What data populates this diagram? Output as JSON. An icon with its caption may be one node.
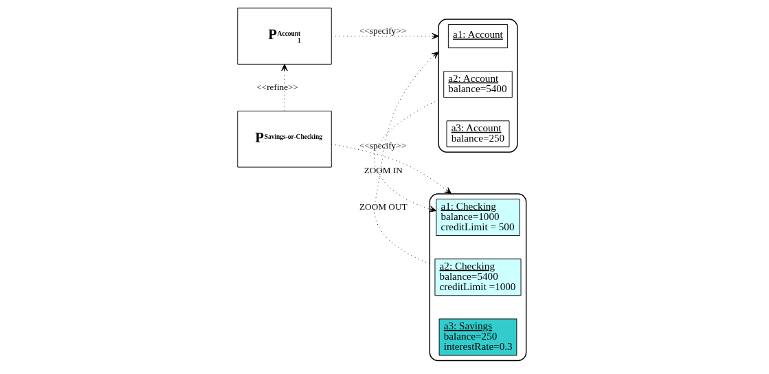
{
  "diagram": {
    "nodes": [
      {
        "text": [
          "P$^{Account}$$_{1}$"
        ]
      },
      {
        "text": [
          "P$^{Savings-or-Checking}$"
        ]
      },
      {
        "text": [],
        "shape": "ellipse"
      },
      {
        "text": [
          "a1: Account"
        ],
        "in": 2
      },
      {
        "text": [
          "a2: Account",
          "balance=5400"
        ],
        "in": 2
      },
      {
        "text": [
          "a3: Account",
          "balance=250"
        ],
        "in": 2
      },
      {
        "text": [],
        "shape": "ellipse"
      },
      {
        "text": [
          "a1: Checking",
          "balance=1000",
          "creditLimit = 500"
        ],
        "in": 6
      },
      {
        "text": [
          "a2: Checking",
          "balance=5400",
          "creditLimit =1000"
        ],
        "in": 6
      },
      {
        "text": [
          "a3: Savings",
          "balance=250",
          "interestRate=0.3"
        ],
        "in": 6
      }
    ],
    "edges": [
      {
        "from": 0,
        "to": 2,
        "arrow": "to",
        "label": "<<specify>>",
        "style": "dashed"
      },
      {
        "from": 1,
        "to": 0,
        "arrow": "to",
        "label": "<<refine>>",
        "style": "dashed"
      },
      {
        "from": 1,
        "to": 6,
        "arrow": "to",
        "label": "<<specify>>",
        "style": "dashed"
      },
      {
        "from": 2,
        "to": 7,
        "arrow": "to",
        "label": "ZOOM IN",
        "style": "dashed"
      },
      {
        "from": 6,
        "to": 2,
        "arrow": "to",
        "label": "ZOOM OUT",
        "style": "dashed"
      }
    ]
  }
}
